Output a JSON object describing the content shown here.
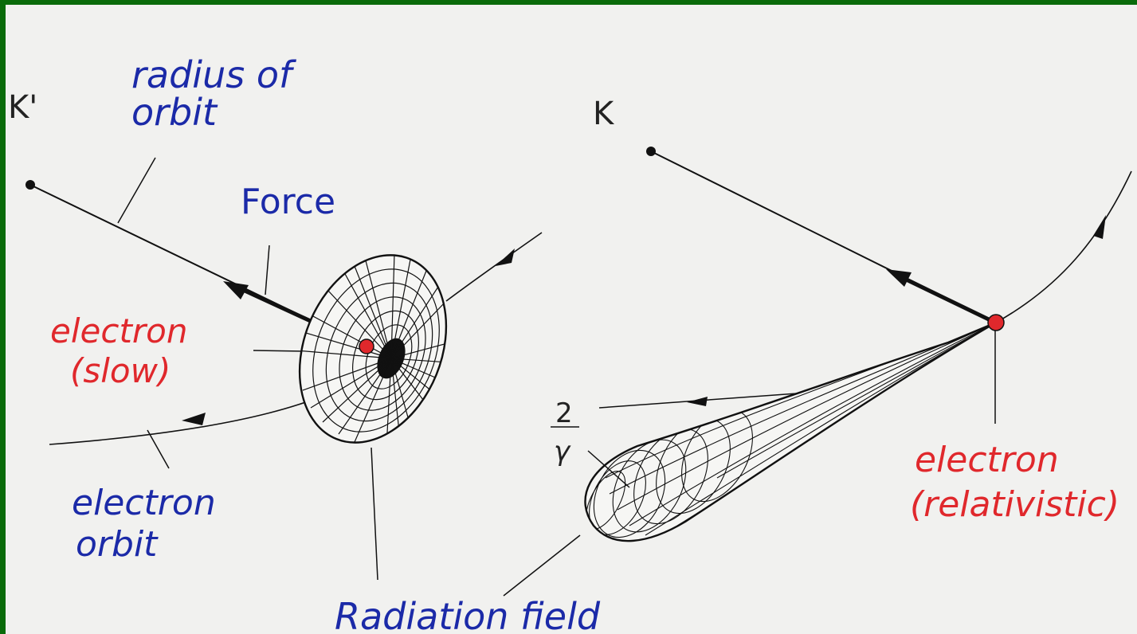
{
  "frame_labels": {
    "left": "K'",
    "right": "K"
  },
  "labels": {
    "radius_of_orbit_line1": "radius of",
    "radius_of_orbit_line2": "orbit",
    "force": "Force",
    "electron_slow_line1": "electron",
    "electron_slow_line2": "(slow)",
    "electron_orbit_line1": "electron",
    "electron_orbit_line2": "orbit",
    "radiation_field": "Radiation field",
    "electron_rel_line1": "electron",
    "electron_rel_line2": "(relativistic)",
    "angle_numerator": "2",
    "angle_denominator": "γ"
  },
  "colors": {
    "border": "#0a6b0a",
    "paper": "#f1f1ef",
    "ink_blue": "#1b2aa8",
    "ink_red": "#e0282c",
    "ink_black": "#111111"
  }
}
